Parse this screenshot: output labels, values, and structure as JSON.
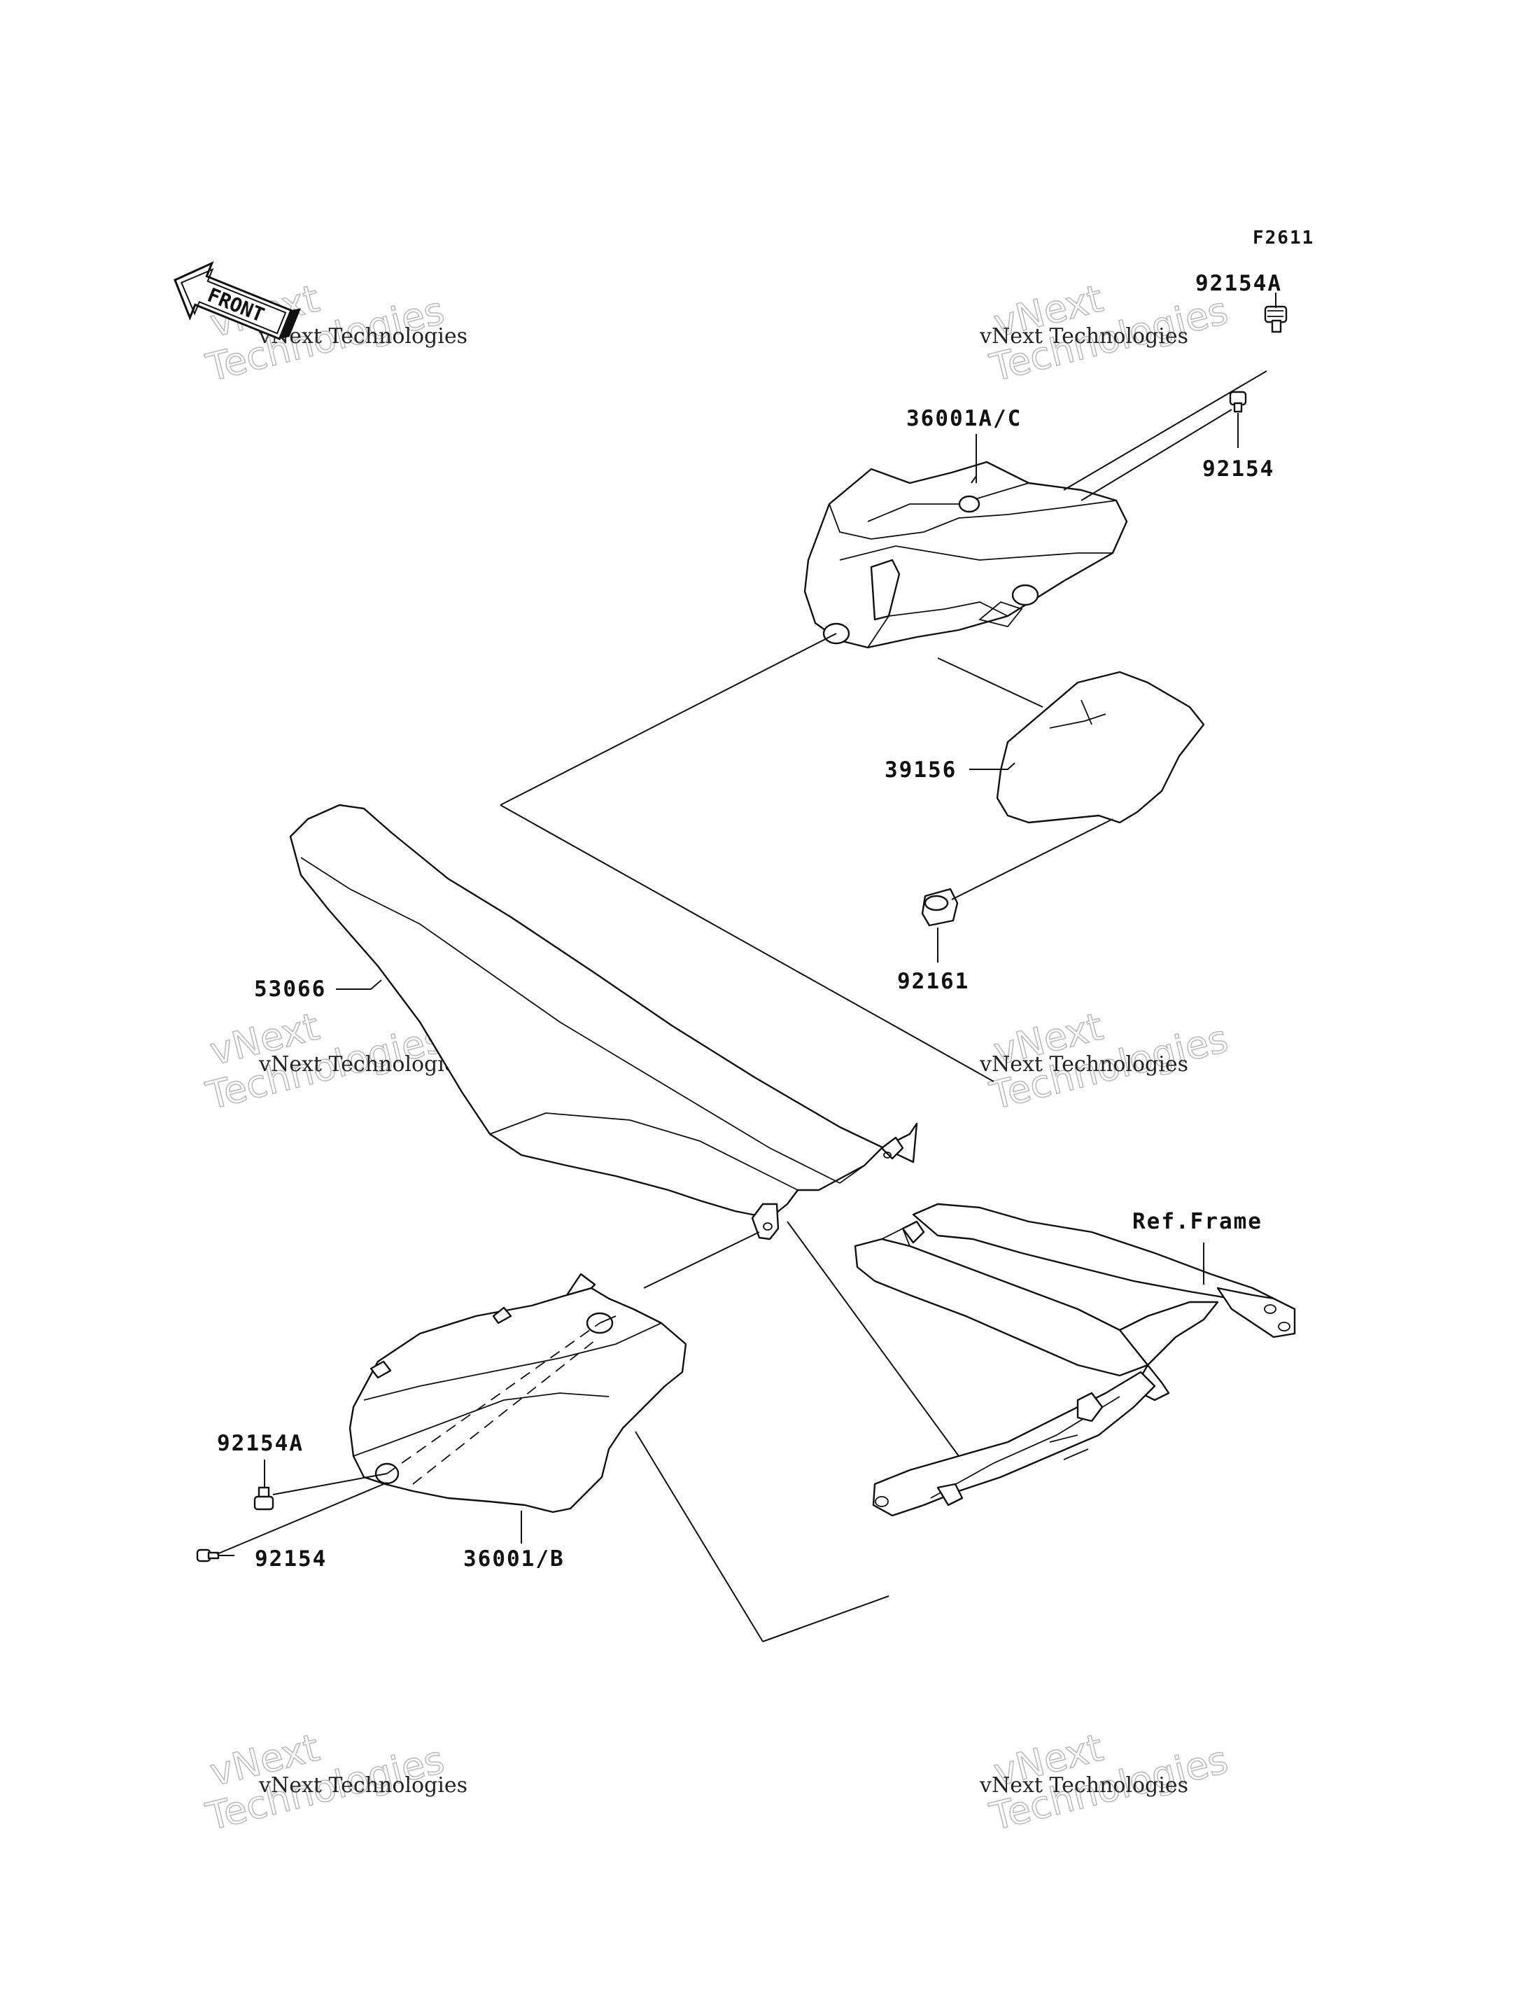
{
  "figure_code": "F2611",
  "front_indicator": {
    "label": "FRONT",
    "icon": "front-direction-arrow-icon"
  },
  "watermark": {
    "line1": "vNext Technologies",
    "line2": "vNext",
    "line3": "Technologies"
  },
  "labels": {
    "bolt_a_top": "92154A",
    "bolt_top": "92154",
    "cover_right": "36001A/C",
    "pad": "39156",
    "grommet": "92161",
    "seat": "53066",
    "ref_frame": "Ref.Frame",
    "bolt_a_left": "92154A",
    "bolt_left": "92154",
    "cover_left": "36001/B"
  }
}
